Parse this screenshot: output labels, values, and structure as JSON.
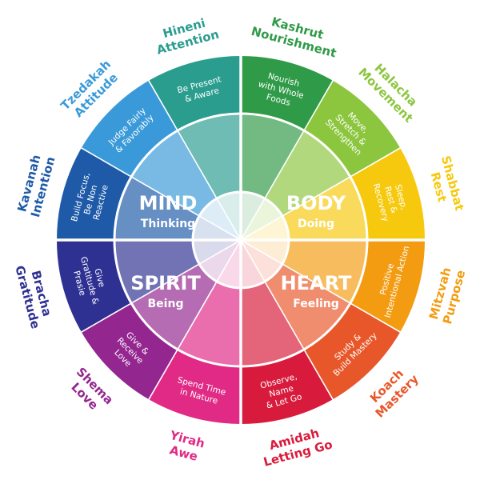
{
  "quadrants": [
    {
      "title": "MIND",
      "subtitle": "Thinking"
    },
    {
      "title": "BODY",
      "subtitle": "Doing"
    },
    {
      "title": "SPIRIT",
      "subtitle": "Being"
    },
    {
      "title": "HEART",
      "subtitle": "Feeling"
    }
  ],
  "segments": [
    {
      "outer": [
        "Hineni",
        "Attention"
      ],
      "inner": [
        "Be Present",
        "& Aware"
      ],
      "color": "#2a9d8f"
    },
    {
      "outer": [
        "Kashrut",
        "Nourishment"
      ],
      "inner": [
        "Nourish",
        "with Whole",
        "Foods"
      ],
      "color": "#2f9a47"
    },
    {
      "outer": [
        "Halacha",
        "Movement"
      ],
      "inner": [
        "Move,",
        "Stretch &",
        "Strengthen"
      ],
      "color": "#8cc63f"
    },
    {
      "outer": [
        "Shabbat",
        "Rest"
      ],
      "inner": [
        "Sleep,",
        "Rest &",
        "Recovery"
      ],
      "color": "#f6c90e"
    },
    {
      "outer": [
        "Mitzvah",
        "Purpose"
      ],
      "inner": [
        "Positive",
        "Intentional Action"
      ],
      "color": "#f39c12"
    },
    {
      "outer": [
        "Koach",
        "Mastery"
      ],
      "inner": [
        "Study &",
        "Build Mastery"
      ],
      "color": "#e8572a"
    },
    {
      "outer": [
        "Amidah",
        "Letting Go"
      ],
      "inner": [
        "Observe,",
        "Name",
        "& Let Go"
      ],
      "color": "#d81b3c"
    },
    {
      "outer": [
        "Yirah",
        "Awe"
      ],
      "inner": [
        "Spend Time",
        "in Nature"
      ],
      "color": "#e02a86"
    },
    {
      "outer": [
        "Shema",
        "Love"
      ],
      "inner": [
        "Give &",
        "Receive",
        "Love"
      ],
      "color": "#93278f"
    },
    {
      "outer": [
        "Bracha",
        "Gratitude"
      ],
      "inner": [
        "Give",
        "Gratitude &",
        "Prasie"
      ],
      "color": "#2e3192"
    },
    {
      "outer": [
        "Kavanah",
        "Intention"
      ],
      "inner": [
        "Build Focus,",
        "Be Non",
        "Reactive"
      ],
      "color": "#1e5aa8"
    },
    {
      "outer": [
        "Tzedakah",
        "Attitude"
      ],
      "inner": [
        "Judge Fairly",
        "& Favorably"
      ],
      "color": "#3a9ad9"
    }
  ]
}
